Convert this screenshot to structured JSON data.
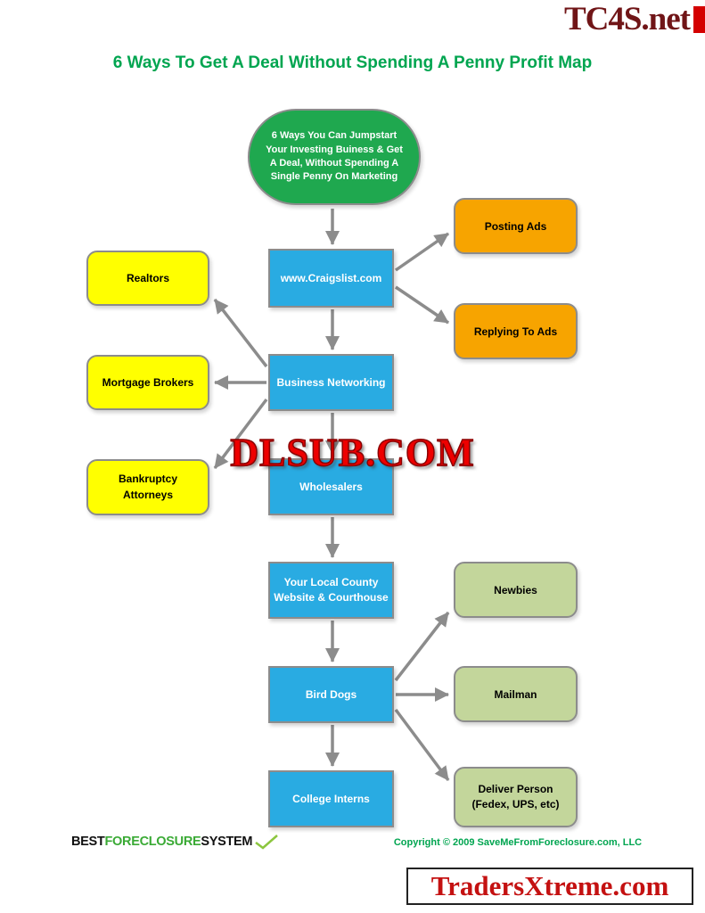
{
  "header": {
    "logo": "TC4S.net",
    "title": "6 Ways To Get A Deal Without Spending A Penny Profit Map"
  },
  "diagram": {
    "start_lines": [
      "6 Ways You Can Jumpstart",
      "Your Investing Buiness & Get",
      "A Deal, Without Spending A",
      "Single Penny On Marketing"
    ],
    "craigslist": "www.Craigslist.com",
    "posting_ads": "Posting Ads",
    "replying_to_ads": "Replying To Ads",
    "realtors": "Realtors",
    "mortgage_brokers": "Mortgage Brokers",
    "bankruptcy_lines": [
      "Bankruptcy",
      "Attorneys"
    ],
    "business_networking": "Business Networking",
    "wholesalers": "Wholesalers",
    "county_lines": [
      "Your Local County",
      "Website & Courthouse"
    ],
    "newbies": "Newbies",
    "bird_dogs": "Bird Dogs",
    "mailman": "Mailman",
    "college_interns": "College Interns",
    "deliver_lines": [
      "Deliver Person",
      "(Fedex, UPS, etc)"
    ]
  },
  "watermark": "DLSUB.COM",
  "footer": {
    "logo": {
      "best": "BEST",
      "foreclosure": "FORECLOSURE",
      "system": "SYSTEM"
    },
    "copyright": "Copyright © 2009 SaveMeFromForeclosure.com, LLC",
    "banner": "TradersXtreme.com"
  },
  "colors": {
    "title_green": "#00A550",
    "node_blue": "#29ABE2",
    "node_yellow": "#FFFF00",
    "node_orange": "#F7A400",
    "node_sage": "#C3D69B",
    "start_green": "#1FA84F",
    "arrow_gray": "#8C8C8C",
    "watermark_red": "#EE0000",
    "banner_red": "#C41111",
    "logo_maroon": "#701517"
  }
}
